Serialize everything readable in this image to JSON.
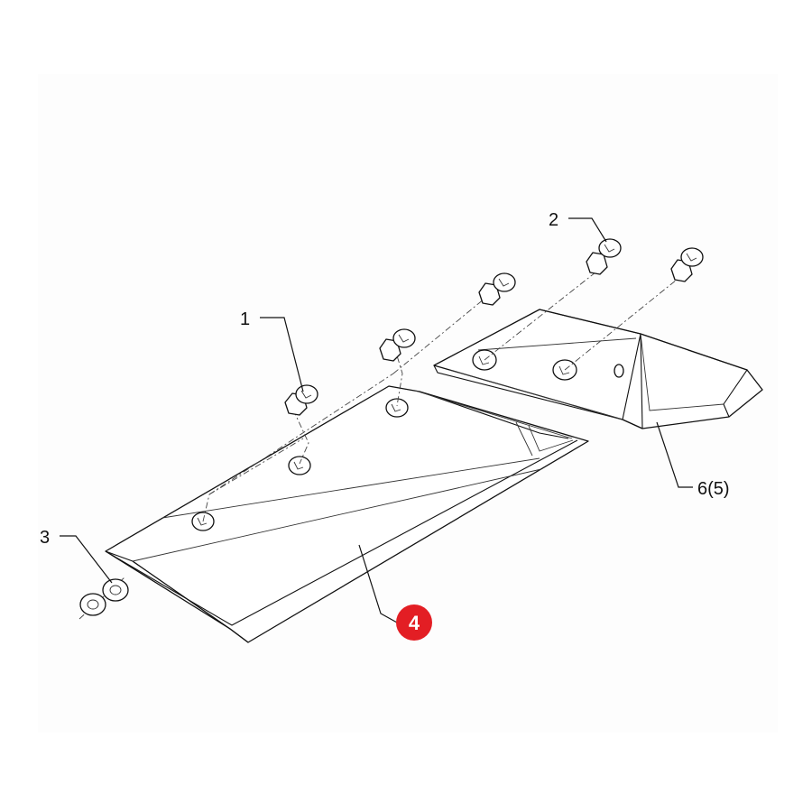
{
  "callouts": {
    "c1": "1",
    "c2": "2",
    "c3": "3",
    "c4": "4",
    "c6": "6(5)"
  },
  "colors": {
    "highlight_badge": "#e31e24",
    "line": "#111111"
  },
  "highlighted_callout": "4"
}
